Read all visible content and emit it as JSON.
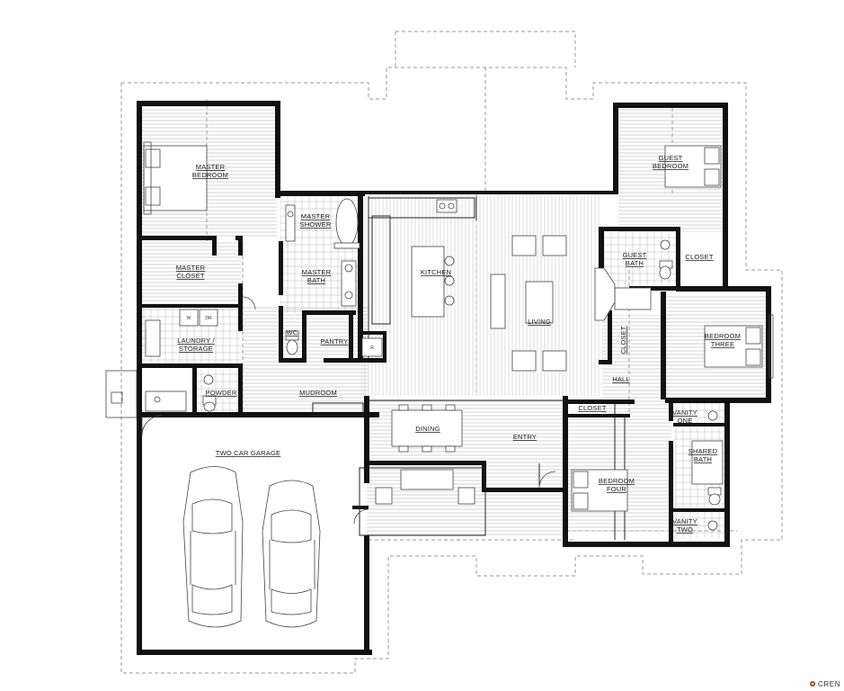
{
  "rooms": {
    "master_bedroom": [
      "MASTER",
      "BEDROOM"
    ],
    "master_shower": [
      "MASTER",
      "SHOWER"
    ],
    "master_bath": [
      "MASTER",
      "BATH"
    ],
    "master_closet": [
      "MASTER",
      "CLOSET"
    ],
    "laundry": [
      "LAUNDRY /",
      "STORAGE"
    ],
    "powder": "POWDER",
    "wc": "WC",
    "pantry": "PANTRY",
    "kitchen": "KITCHEN",
    "living": "LIVING",
    "dining": "DINING",
    "mudroom": "MUDROOM",
    "entry": "ENTRY",
    "garage": "TWO CAR GARAGE",
    "guest_bedroom": [
      "GUEST",
      "BEDROOM"
    ],
    "guest_bath": [
      "GUEST",
      "BATH"
    ],
    "closet_guest": "CLOSET",
    "closet_hall": "CLOSET",
    "closet_four": "CLOSET",
    "hall": "HALL",
    "bedroom_three": [
      "BEDROOM",
      "THREE"
    ],
    "bedroom_four": [
      "BEDROOM",
      "FOUR"
    ],
    "vanity_one": [
      "VANITY",
      "ONE"
    ],
    "vanity_two": [
      "VANITY",
      "TWO"
    ],
    "shared_bath": [
      "SHARED",
      "BATH"
    ]
  },
  "appliance_marks": {
    "washer": "W",
    "dryer": "DR",
    "refrigerator": "R"
  },
  "logo": {
    "text": "CREN"
  }
}
